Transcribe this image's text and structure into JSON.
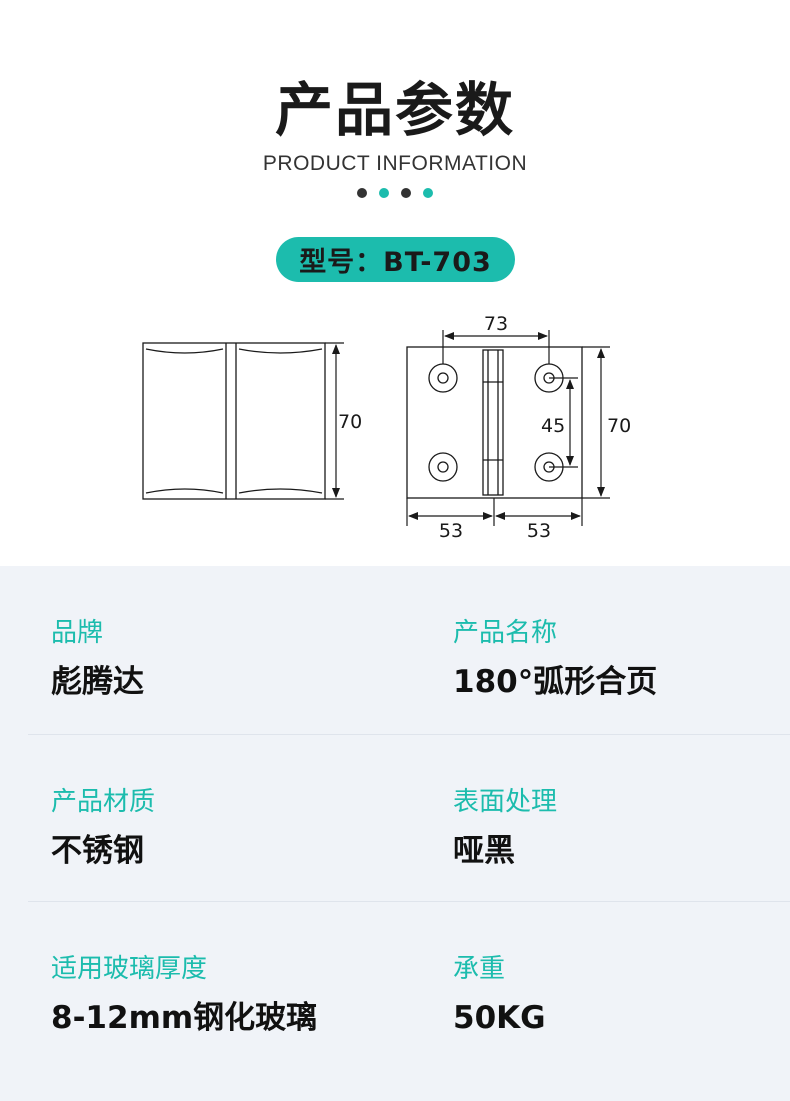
{
  "header": {
    "title": "产品参数",
    "subtitle": "PRODUCT INFORMATION",
    "dot_colors": [
      "#333333",
      "#1cbcad",
      "#333333",
      "#1cbcad"
    ]
  },
  "model": {
    "label": "型号：BT-703"
  },
  "drawing": {
    "dim_top_width": "73",
    "dim_hole_spacing": "45",
    "dim_height_right": "70",
    "dim_height_left": "70",
    "dim_half_left": "53",
    "dim_half_right": "53"
  },
  "specs": [
    {
      "label": "品牌",
      "value": "彪腾达"
    },
    {
      "label": "产品名称",
      "value": "180°弧形合页"
    },
    {
      "label": "产品材质",
      "value": "不锈钢"
    },
    {
      "label": "表面处理",
      "value": "哑黑"
    },
    {
      "label": "适用玻璃厚度",
      "value": "8-12mm钢化玻璃"
    },
    {
      "label": "承重",
      "value": "50KG"
    }
  ],
  "colors": {
    "accent": "#1cbcad",
    "dark": "#333333",
    "spec_background": "#f0f3f8"
  }
}
